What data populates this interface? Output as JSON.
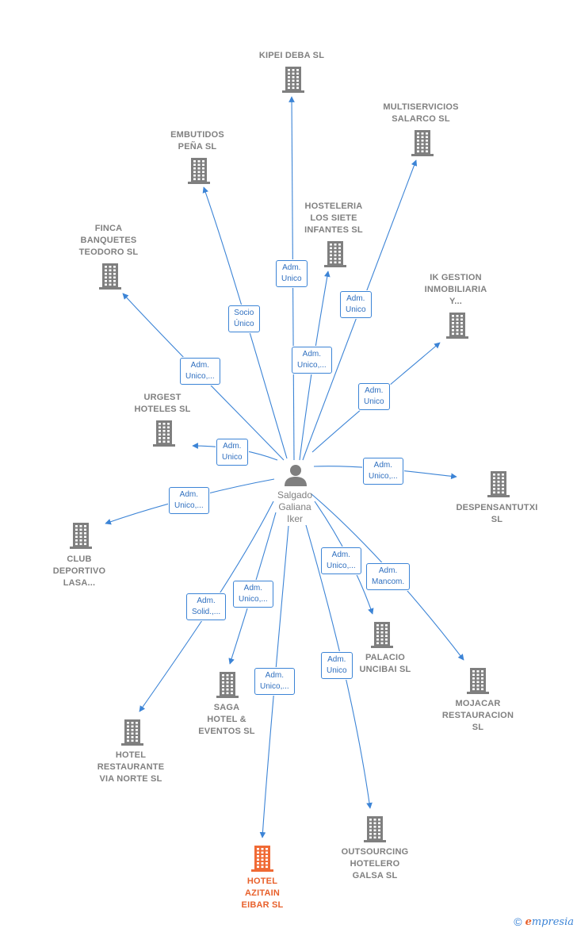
{
  "colors": {
    "edge": "#3c84d6",
    "building": "#7f7f7f",
    "building_main": "#f06a35",
    "person": "#7f7f7f",
    "label": "#808080"
  },
  "person": {
    "name": "Salgado\nGaliana\nIker",
    "icon": "person-icon"
  },
  "nodes": [
    {
      "id": "kipei",
      "label": "KIPEI DEBA  SL",
      "main": false
    },
    {
      "id": "multiservicios",
      "label": "MULTISERVICIOS\nSALARCO  SL",
      "main": false
    },
    {
      "id": "embutidos",
      "label": "EMBUTIDOS\nPEÑA SL",
      "main": false
    },
    {
      "id": "hosteleria",
      "label": "HOSTELERIA\nLOS SIETE\nINFANTES  SL",
      "main": false
    },
    {
      "id": "finca",
      "label": "FINCA\nBANQUETES\nTEODORO  SL",
      "main": false
    },
    {
      "id": "ikgestion",
      "label": "IK GESTION\nINMOBILIARIA\nY...",
      "main": false
    },
    {
      "id": "urgest",
      "label": "URGEST\nHOTELES  SL",
      "main": false
    },
    {
      "id": "despensa",
      "label": "DESPENSANTUTXI\nSL",
      "main": false
    },
    {
      "id": "club",
      "label": "CLUB\nDEPORTIVO\nLASA...",
      "main": false
    },
    {
      "id": "palacio",
      "label": "PALACIO\nUNCIBAI SL",
      "main": false
    },
    {
      "id": "mojacar",
      "label": "MOJACAR\nRESTAURACION\nSL",
      "main": false
    },
    {
      "id": "saga",
      "label": "SAGA\nHOTEL &\nEVENTOS  SL",
      "main": false
    },
    {
      "id": "hotelvia",
      "label": "HOTEL\nRESTAURANTE\nVIA NORTE  SL",
      "main": false
    },
    {
      "id": "outsourcing",
      "label": "OUTSOURCING\nHOTELERO\nGALSA  SL",
      "main": false
    },
    {
      "id": "azitain",
      "label": "HOTEL\nAZITAIN\nEIBAR  SL",
      "main": true
    }
  ],
  "edges": [
    {
      "to": "kipei",
      "label": "Adm.\nUnico"
    },
    {
      "to": "embutidos",
      "label": "Socio\nÚnico"
    },
    {
      "to": "hosteleria",
      "label": "Adm.\nUnico,..."
    },
    {
      "to": "multiservicios",
      "label": "Adm.\nUnico"
    },
    {
      "to": "finca",
      "label": "Adm.\nUnico,..."
    },
    {
      "to": "ikgestion",
      "label": "Adm.\nUnico"
    },
    {
      "to": "urgest",
      "label": "Adm.\nUnico"
    },
    {
      "to": "despensa",
      "label": "Adm.\nUnico,..."
    },
    {
      "to": "club",
      "label": "Adm.\nUnico,..."
    },
    {
      "to": "palacio",
      "label": "Adm.\nUnico,..."
    },
    {
      "to": "mojacar",
      "label": "Adm.\nMancom."
    },
    {
      "to": "saga",
      "label": "Adm.\nUnico,..."
    },
    {
      "to": "hotelvia",
      "label": "Adm.\nSolid.,..."
    },
    {
      "to": "azitain",
      "label": "Adm.\nUnico,..."
    },
    {
      "to": "outsourcing",
      "label": "Adm.\nUnico"
    }
  ],
  "brand": {
    "copyright": "©",
    "e": "e",
    "rest": "mpresia"
  }
}
